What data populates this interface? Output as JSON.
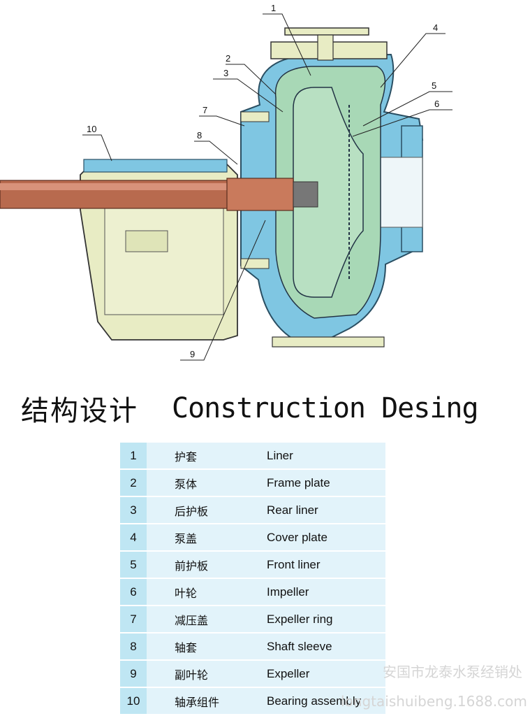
{
  "heading": {
    "chinese": "结构设计",
    "english": "Construction Desing"
  },
  "callouts": [
    "1",
    "2",
    "3",
    "4",
    "5",
    "6",
    "7",
    "8",
    "9",
    "10"
  ],
  "parts": [
    {
      "num": "1",
      "cn": "护套",
      "en": "Liner"
    },
    {
      "num": "2",
      "cn": "泵体",
      "en": "Frame plate"
    },
    {
      "num": "3",
      "cn": "后护板",
      "en": "Rear liner"
    },
    {
      "num": "4",
      "cn": "泵盖",
      "en": "Cover plate"
    },
    {
      "num": "5",
      "cn": "前护板",
      "en": "Front liner"
    },
    {
      "num": "6",
      "cn": "叶轮",
      "en": "Impeller"
    },
    {
      "num": "7",
      "cn": "减压盖",
      "en": "Expeller ring"
    },
    {
      "num": "8",
      "cn": "轴套",
      "en": "Shaft  sleeve"
    },
    {
      "num": "9",
      "cn": "副叶轮",
      "en": "Expeller"
    },
    {
      "num": "10",
      "cn": "轴承组件",
      "en": "Bearing assembly"
    }
  ],
  "watermark": {
    "line1": "安国市龙泰水泵经销处",
    "line2": "longtaishuibeng.1688.com"
  },
  "colors": {
    "casing_blue": "#7fc6e2",
    "liner_green": "#a8d8b6",
    "frame_cream": "#e8ecc4",
    "shaft_copper": "#b86a4e",
    "table_number_cell": "#bfe6f3",
    "table_text_cell": "#e2f3fa"
  }
}
